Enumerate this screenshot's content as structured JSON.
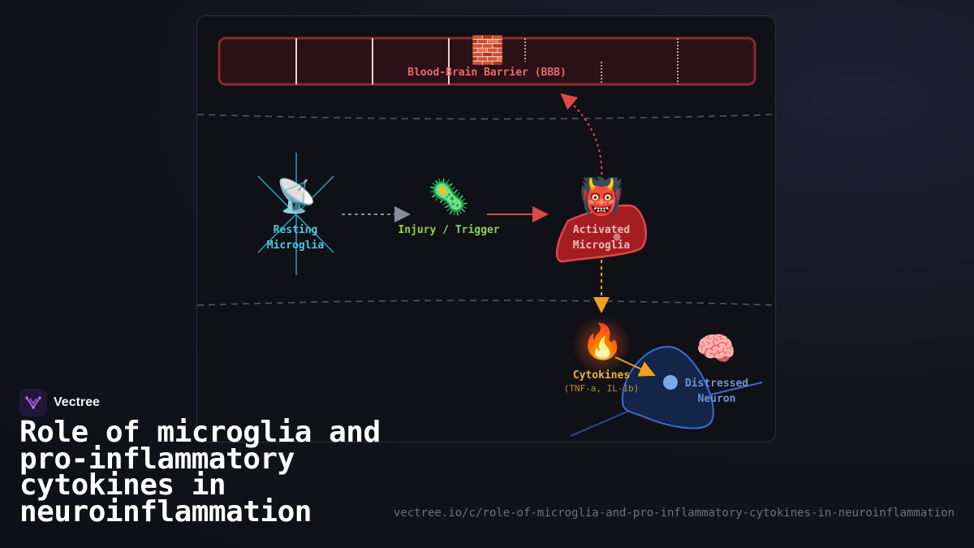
{
  "diagram": {
    "bbb_label": "Blood-Brain Barrier (BBB)",
    "resting_label": "Resting\nMicroglia",
    "trigger_label": "Injury / Trigger",
    "activated_label": "Activated\nMicroglia",
    "cytokines_label": "Cytokines",
    "cytokines_sub": "(TNF-a, IL-1b)",
    "neuron_label": "Distressed\nNeuron",
    "icons": {
      "bbb": "🧱",
      "resting": "📡",
      "trigger": "🦠",
      "activated": "👹",
      "cytokines": "🔥",
      "neuron": "🧠"
    },
    "colors": {
      "bbb": "#e05a5a",
      "resting": "#3fc1e0",
      "trigger": "#8fd14f",
      "activated": "#e05252",
      "cytokines": "#f0a020",
      "neuron": "#5b8ad6"
    }
  },
  "brand": {
    "name": "Vectree"
  },
  "title": "Role of microglia and pro-inflammatory cytokines in neuroinflammation",
  "url": "vectree.io/c/role-of-microglia-and-pro-inflammatory-cytokines-in-neuroinflammation"
}
